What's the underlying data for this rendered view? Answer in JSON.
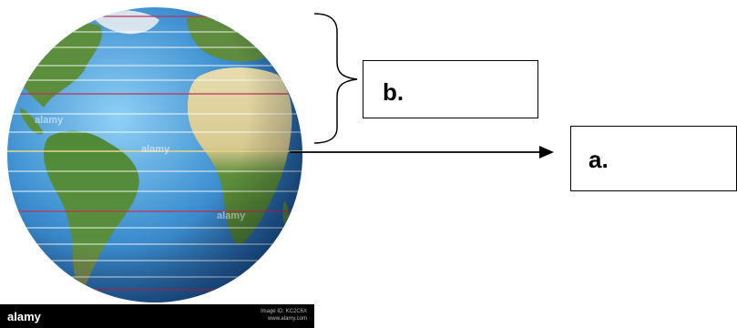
{
  "labels": {
    "a": "a.",
    "b": "b."
  },
  "watermark": {
    "brand": "alamy",
    "image_id": "Image ID: KC2C6X",
    "site": "www.alamy.com"
  },
  "colors": {
    "ocean": "#3d8fd0",
    "land_green": "#4f8a36",
    "land_desert": "#e3d7a6",
    "latitude_line_white": "#ffffff",
    "latitude_line_red": "#c0325a",
    "equator_line": "#e8d890"
  }
}
